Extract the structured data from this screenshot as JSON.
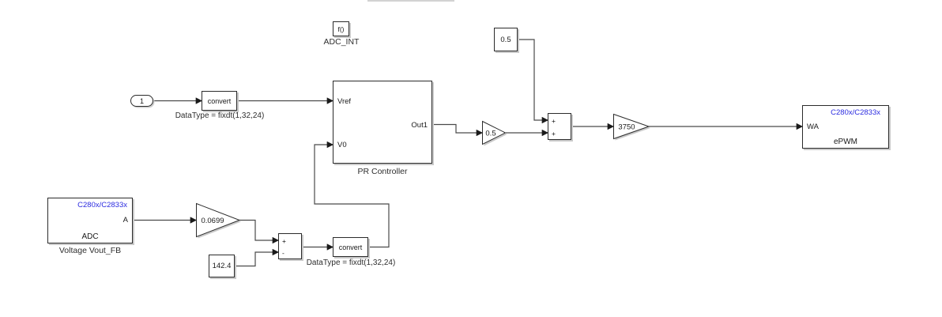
{
  "colors": {
    "header_blue": "#2b2be0",
    "wire": "#4a4a4a"
  },
  "diagram": {
    "blocks": {
      "adc_int_function": {
        "text": "f()",
        "label": "ADC_INT"
      },
      "inport1": {
        "text": "1"
      },
      "convert1": {
        "text": "convert",
        "label": "DataType = fixdt(1,32,24)"
      },
      "pr_controller": {
        "label": "PR Controller",
        "ports": {
          "vref": "Vref",
          "v0": "V0",
          "out1": "Out1"
        }
      },
      "constant_half": {
        "text": "0.5"
      },
      "gain_half": {
        "text": "0.5"
      },
      "sum1": {
        "signs": [
          "+",
          "+"
        ]
      },
      "gain_3750": {
        "text": "3750"
      },
      "epwm": {
        "header": "C280x/C2833x",
        "port_wa": "WA",
        "text": "ePWM"
      },
      "adc": {
        "header": "C280x/C2833x",
        "port_a": "A",
        "text": "ADC",
        "label": "Voltage Vout_FB"
      },
      "gain_sense": {
        "text": "0.0699"
      },
      "constant_offset": {
        "text": "142.4"
      },
      "sum2": {
        "signs": [
          "+",
          "-"
        ]
      },
      "convert2": {
        "text": "convert",
        "label": "DataType = fixdt(1,32,24)"
      }
    }
  }
}
